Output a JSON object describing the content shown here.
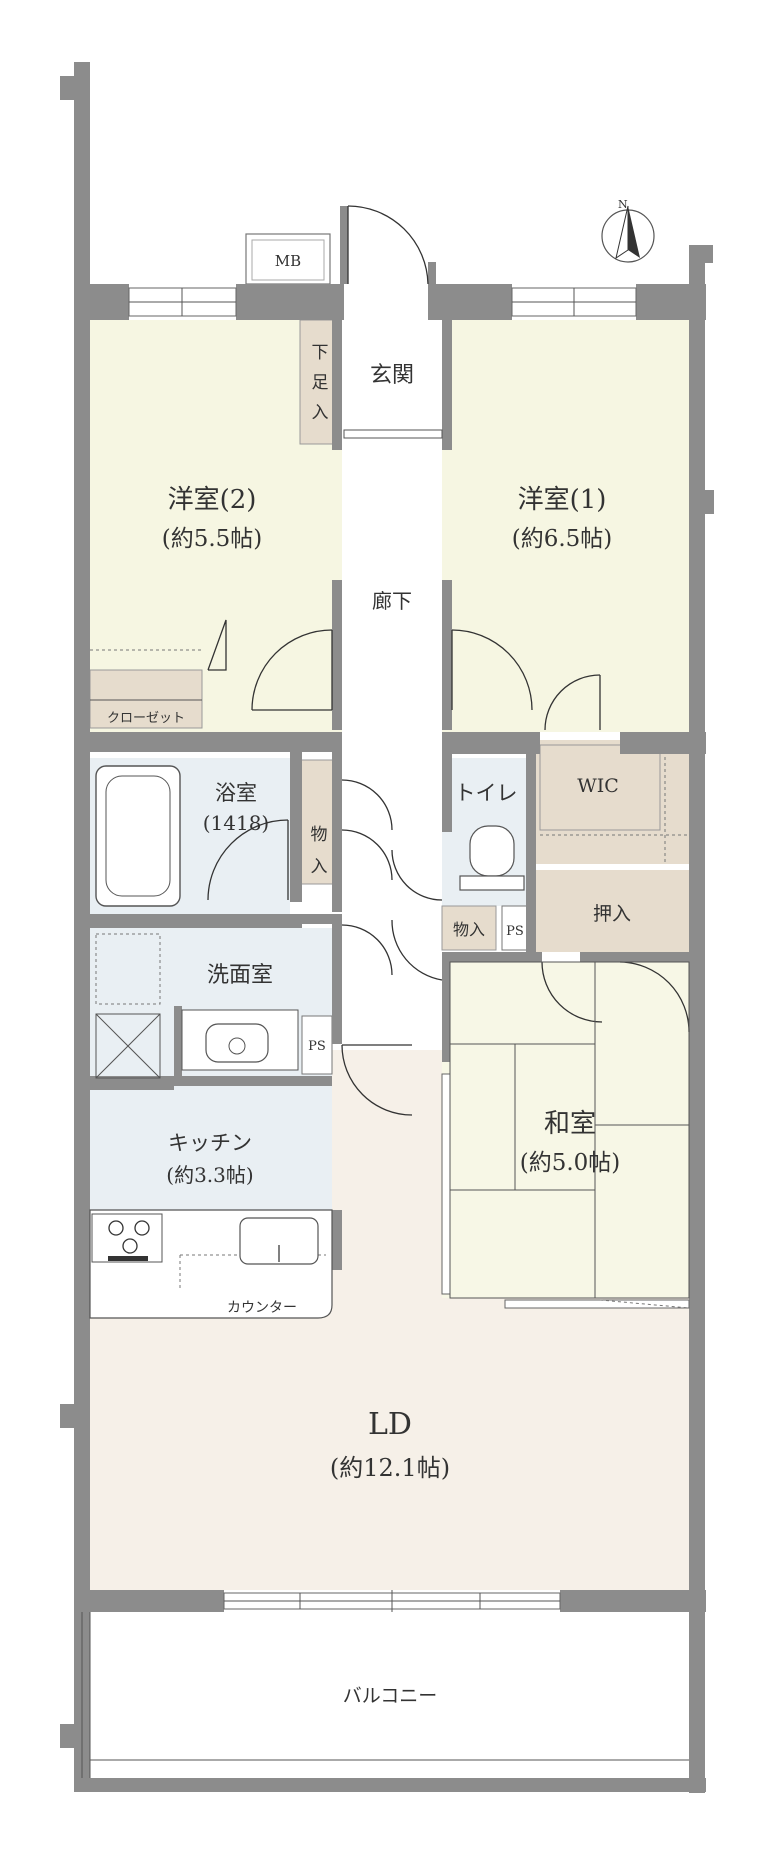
{
  "colors": {
    "wall": "#8c8c8c",
    "western_room": "#f6f6e2",
    "wet_area": "#e9eff3",
    "storage": "#e6dccd",
    "living": "#f6f0e8",
    "washitsu": "#f7f7e6"
  },
  "icons": {
    "compass": "compass-north-icon"
  },
  "compass": {
    "label": "N"
  },
  "rooms": {
    "mb": "MB",
    "genkan": "玄関",
    "getabako_1": "下",
    "getabako_2": "足",
    "getabako_3": "入",
    "room2_name": "洋室(2)",
    "room2_area": "(約5.5帖)",
    "room1_name": "洋室(1)",
    "room1_area": "(約6.5帖)",
    "hallway": "廊下",
    "closet": "クローゼット",
    "bath_name": "浴室",
    "bath_size": "(1418)",
    "storage1_1": "物",
    "storage1_2": "入",
    "toilet": "トイレ",
    "wic": "WIC",
    "storage2": "物入",
    "ps1": "PS",
    "oshiire": "押入",
    "washroom": "洗面室",
    "ps2": "PS",
    "kitchen_name": "キッチン",
    "kitchen_area": "(約3.3帖)",
    "washitsu_name": "和室",
    "washitsu_area": "(約5.0帖)",
    "counter": "カウンター",
    "ld_name": "LD",
    "ld_area": "(約12.1帖)",
    "balcony": "バルコニー"
  }
}
